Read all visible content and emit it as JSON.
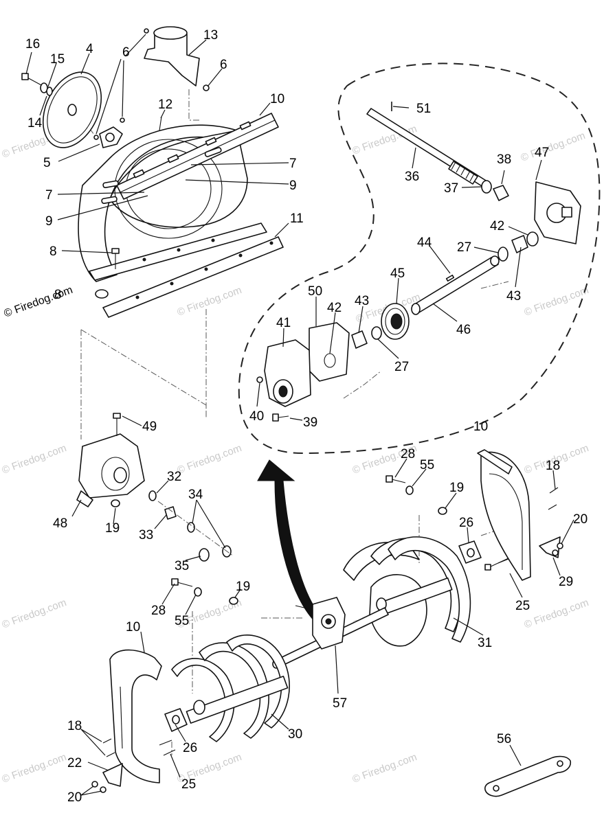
{
  "watermark": {
    "text": "© Firedog.com",
    "count": 19
  },
  "callouts": [
    {
      "id": "c16",
      "label": "16"
    },
    {
      "id": "c15",
      "label": "15"
    },
    {
      "id": "c4",
      "label": "4"
    },
    {
      "id": "c6a",
      "label": "6"
    },
    {
      "id": "c13",
      "label": "13"
    },
    {
      "id": "c6b",
      "label": "6"
    },
    {
      "id": "c14",
      "label": "14"
    },
    {
      "id": "c12",
      "label": "12"
    },
    {
      "id": "c10a",
      "label": "10"
    },
    {
      "id": "c5",
      "label": "5"
    },
    {
      "id": "c7a",
      "label": "7"
    },
    {
      "id": "c9a",
      "label": "9"
    },
    {
      "id": "c7b",
      "label": "7"
    },
    {
      "id": "c9b",
      "label": "9"
    },
    {
      "id": "c11",
      "label": "11"
    },
    {
      "id": "c8a",
      "label": "8"
    },
    {
      "id": "c8b",
      "label": "8"
    },
    {
      "id": "c51",
      "label": "51"
    },
    {
      "id": "c36",
      "label": "36"
    },
    {
      "id": "c38",
      "label": "38"
    },
    {
      "id": "c47",
      "label": "47"
    },
    {
      "id": "c37",
      "label": "37"
    },
    {
      "id": "c42a",
      "label": "42"
    },
    {
      "id": "c44",
      "label": "44"
    },
    {
      "id": "c27a",
      "label": "27"
    },
    {
      "id": "c43a",
      "label": "43"
    },
    {
      "id": "c45",
      "label": "45"
    },
    {
      "id": "c50",
      "label": "50"
    },
    {
      "id": "c42b",
      "label": "42"
    },
    {
      "id": "c43b",
      "label": "43"
    },
    {
      "id": "c41",
      "label": "41"
    },
    {
      "id": "c46",
      "label": "46"
    },
    {
      "id": "c27b",
      "label": "27"
    },
    {
      "id": "c40",
      "label": "40"
    },
    {
      "id": "c39",
      "label": "39"
    },
    {
      "id": "c49",
      "label": "49"
    },
    {
      "id": "c10b",
      "label": "10"
    },
    {
      "id": "c28a",
      "label": "28"
    },
    {
      "id": "c55a",
      "label": "55"
    },
    {
      "id": "c18a",
      "label": "18"
    },
    {
      "id": "c32",
      "label": "32"
    },
    {
      "id": "c34",
      "label": "34"
    },
    {
      "id": "c19a",
      "label": "19"
    },
    {
      "id": "c48",
      "label": "48"
    },
    {
      "id": "c19b",
      "label": "19"
    },
    {
      "id": "c33",
      "label": "33"
    },
    {
      "id": "c26a",
      "label": "26"
    },
    {
      "id": "c20a",
      "label": "20"
    },
    {
      "id": "c35",
      "label": "35"
    },
    {
      "id": "c29",
      "label": "29"
    },
    {
      "id": "c19c",
      "label": "19"
    },
    {
      "id": "c28b",
      "label": "28"
    },
    {
      "id": "c25a",
      "label": "25"
    },
    {
      "id": "c55b",
      "label": "55"
    },
    {
      "id": "c10c",
      "label": "10"
    },
    {
      "id": "c31",
      "label": "31"
    },
    {
      "id": "c57",
      "label": "57"
    },
    {
      "id": "c30",
      "label": "30"
    },
    {
      "id": "c56",
      "label": "56"
    },
    {
      "id": "c18b",
      "label": "18"
    },
    {
      "id": "c26b",
      "label": "26"
    },
    {
      "id": "c22",
      "label": "22"
    },
    {
      "id": "c25b",
      "label": "25"
    },
    {
      "id": "c20b",
      "label": "20"
    }
  ]
}
